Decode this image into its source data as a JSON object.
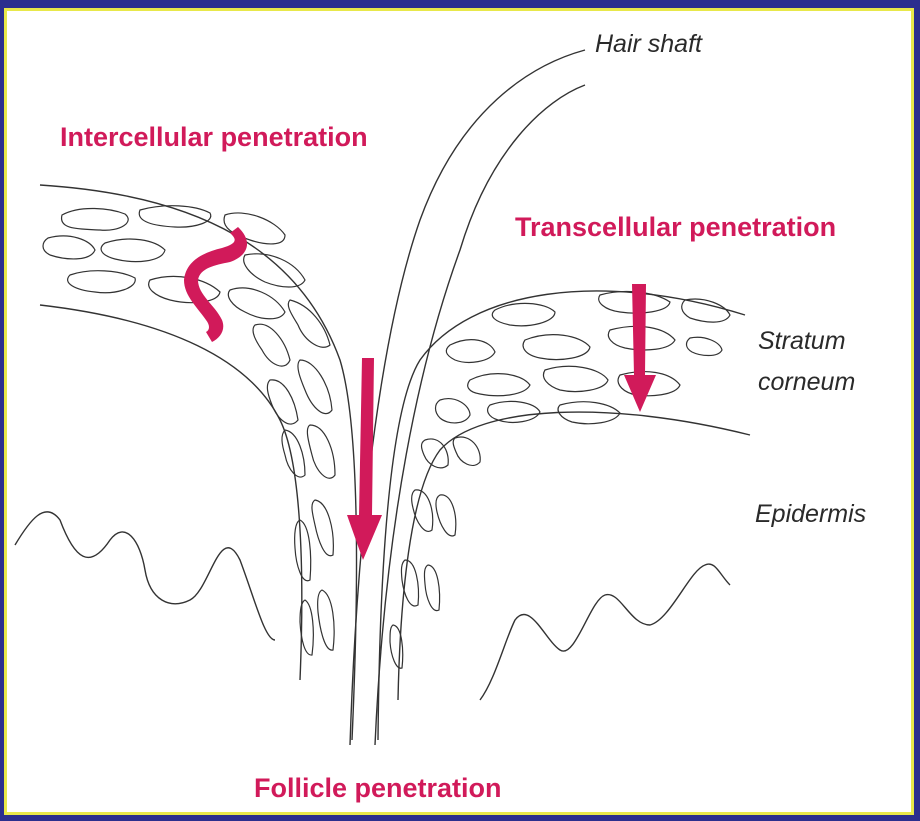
{
  "labels": {
    "hair_shaft": "Hair shaft",
    "intercellular": "Intercellular penetration",
    "transcellular": "Transcellular penetration",
    "stratum_line1": "Stratum",
    "stratum_line2": "corneum",
    "epidermis": "Epidermis",
    "follicle": "Follicle penetration"
  },
  "colors": {
    "accent": "#d11a5a",
    "background": "#2b2f8e",
    "frame_border": "#e8e84a",
    "line": "#333333"
  }
}
